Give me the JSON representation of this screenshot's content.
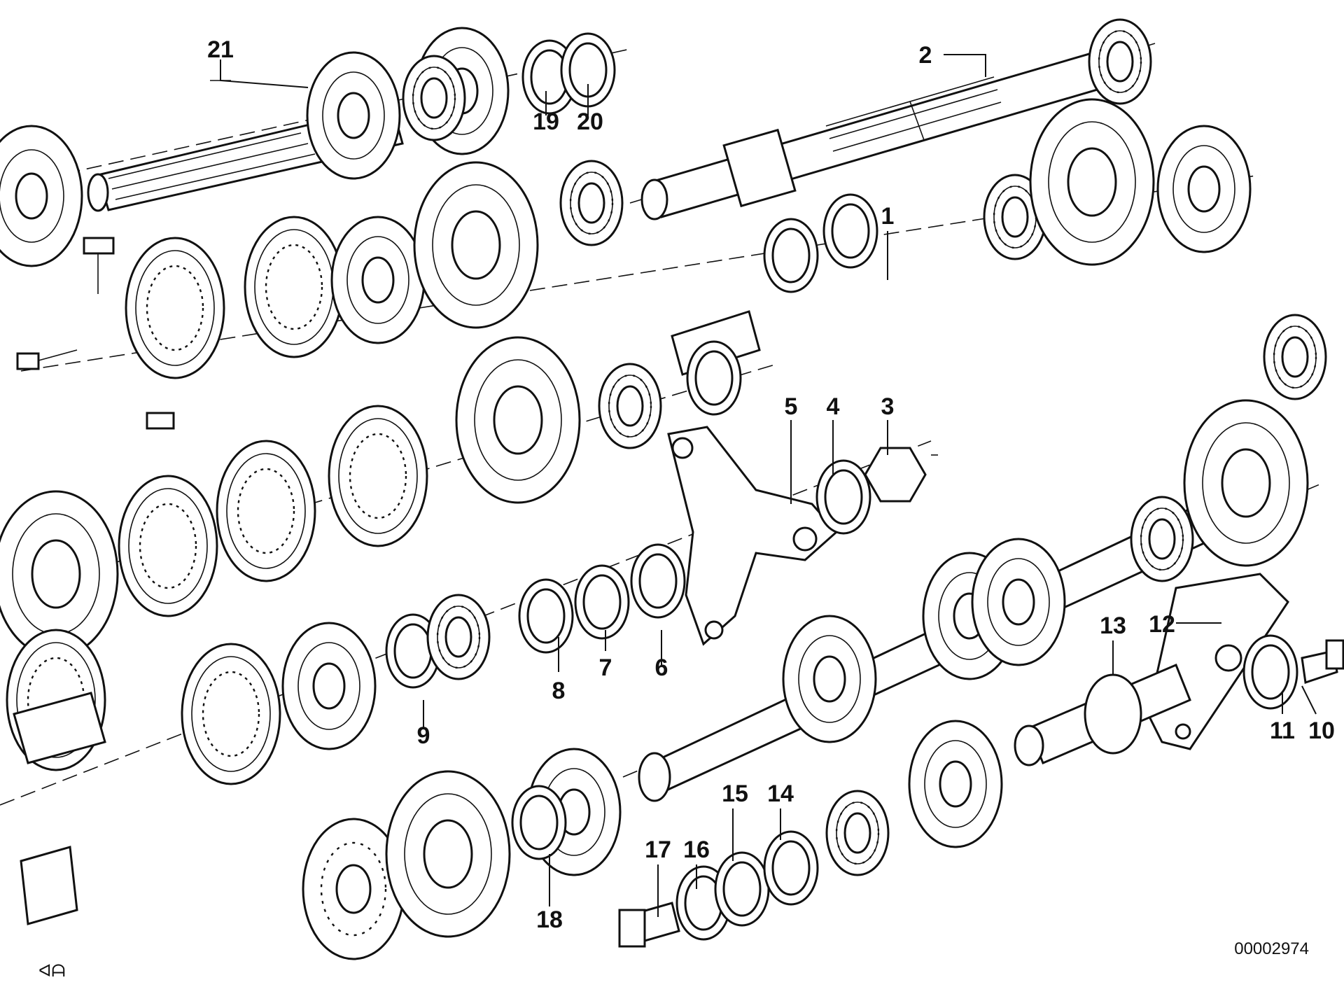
{
  "diagram": {
    "document_number": "00002974",
    "corner_mark": "ᐊᗩ",
    "callouts": [
      "1",
      "2",
      "3",
      "4",
      "5",
      "6",
      "7",
      "8",
      "9",
      "10",
      "11",
      "12",
      "13",
      "14",
      "15",
      "16",
      "17",
      "18",
      "19",
      "20",
      "21"
    ]
  },
  "colors": {
    "ink": "#111111",
    "paper": "#ffffff"
  }
}
